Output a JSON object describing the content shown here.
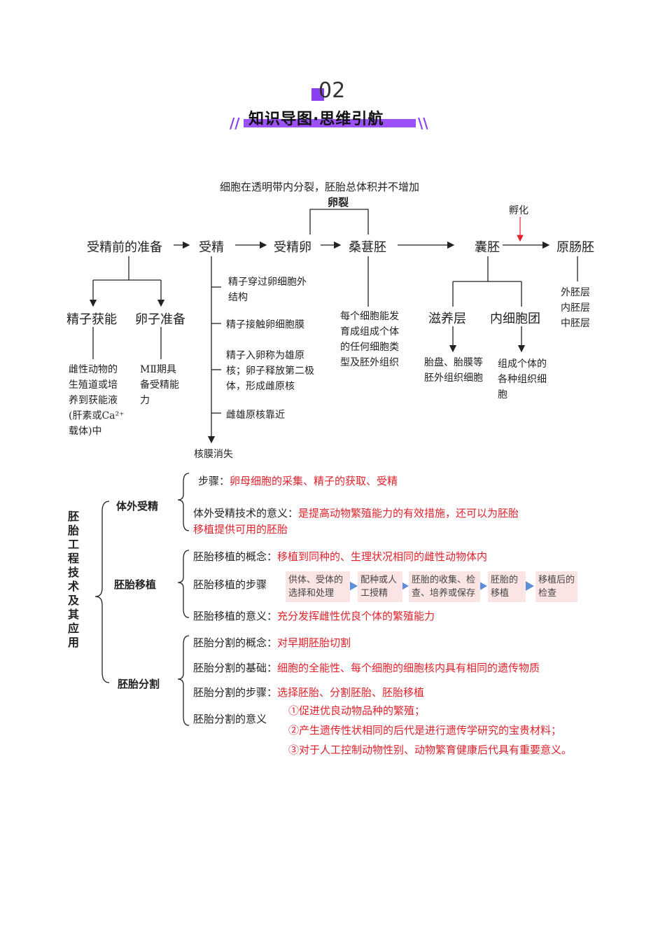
{
  "header": {
    "number": "02",
    "title": "知识导图·思维引航",
    "deco_left": "//",
    "deco_right": "\\\\"
  },
  "top": {
    "note": "细胞在透明带内分裂，胚胎总体积并不增加",
    "cleavage": "卵裂",
    "hatching": "孵化",
    "stages": {
      "prep": "受精前的准备",
      "fert": "受精",
      "zygote": "受精卵",
      "morula": "桑葚胚",
      "blastocyst": "囊胚",
      "gastrula": "原肠胚"
    },
    "prep_children": {
      "sperm": "精子获能",
      "egg": "卵子准备",
      "sperm_desc": "雌性动物的生殖道或培养到获能液(肝素或Ca²⁺载体)中",
      "egg_desc": "MⅡ期具备受精能力"
    },
    "fert_steps": [
      "精子穿过卵细胞外结构",
      "精子接触卵细胞膜",
      "精子入卵称为雄原核；卵子释放第二极体，形成雌原核",
      "雌雄原核靠近",
      "核膜消失"
    ],
    "morula_desc": "每个细胞能发育成组成个体的任何细胞类型及胚外组织",
    "blast_children": {
      "troph": "滋养层",
      "icm": "内细胞团",
      "troph_desc": "胎盘、胎膜等胚外组织细胞",
      "icm_desc": "组成个体的各种组织细胞"
    },
    "germ_layers": [
      "外胚层",
      "内胚层",
      "中胚层"
    ]
  },
  "bottom": {
    "root": "胚胎工程技术及其应用",
    "ivf": {
      "title": "体外受精",
      "step_label": "步骤：",
      "step_value": "卵母细胞的采集、精子的获取、受精",
      "sig_label": "体外受精技术的意义：",
      "sig_value_1": "是提高动物繁殖能力的有效措施，还可以为胚胎",
      "sig_value_2": "移植提供可用的胚胎"
    },
    "transfer": {
      "title": "胚胎移植",
      "concept_label": "胚胎移植的概念：",
      "concept_value": "移植到同种的、生理状况相同的雌性动物体内",
      "steps_label": "胚胎移植的步骤",
      "steps": [
        "供体、受体的选择和处理",
        "配种或人工授精",
        "胚胎的收集、检查、培养或保存",
        "胚胎的移植",
        "移植后的检查"
      ],
      "sig_label": "胚胎移植的意义：",
      "sig_value": "充分发挥雌性优良个体的繁殖能力"
    },
    "split": {
      "title": "胚胎分割",
      "concept_label": "胚胎分割的概念：",
      "concept_value": "对早期胚胎切割",
      "basis_label": "胚胎分割的基础：",
      "basis_value": "细胞的全能性、每个细胞的细胞核内具有相同的遗传物质",
      "steps_label": "胚胎分割的步骤：",
      "steps_value": "选择胚胎、分割胚胎、胚胎移植",
      "sig_label": "胚胎分割的意义",
      "sig_values": [
        "①促进优良动物品种的繁殖；",
        "②产生遗传性状相同的后代是进行遗传学研究的宝贵材料；",
        "③对于人工控制动物性别、动物繁育健康后代具有重要意义。"
      ]
    }
  },
  "colors": {
    "accent": "#8a3ff0",
    "red": "#e0212b",
    "box": "#fbe4e4",
    "arrow_blue": "#5b8fd6",
    "hatch_arrow": "#e0212b"
  }
}
